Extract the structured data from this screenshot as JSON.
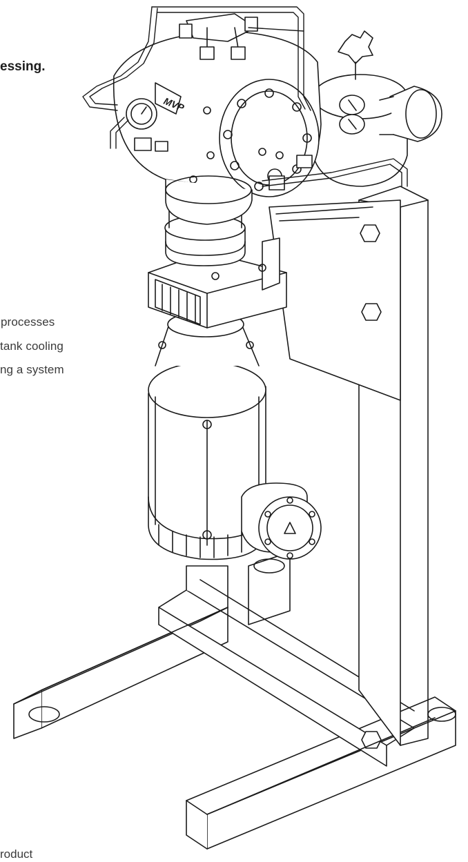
{
  "heading": {
    "text": "essing."
  },
  "body_lines": [
    "processes",
    "tank cooling",
    "ng a system"
  ],
  "footer": {
    "text": "roduct"
  },
  "illustration": {
    "logo_text": "MVP",
    "stroke_color": "#1a1a1a",
    "fill_color": "#ffffff"
  }
}
